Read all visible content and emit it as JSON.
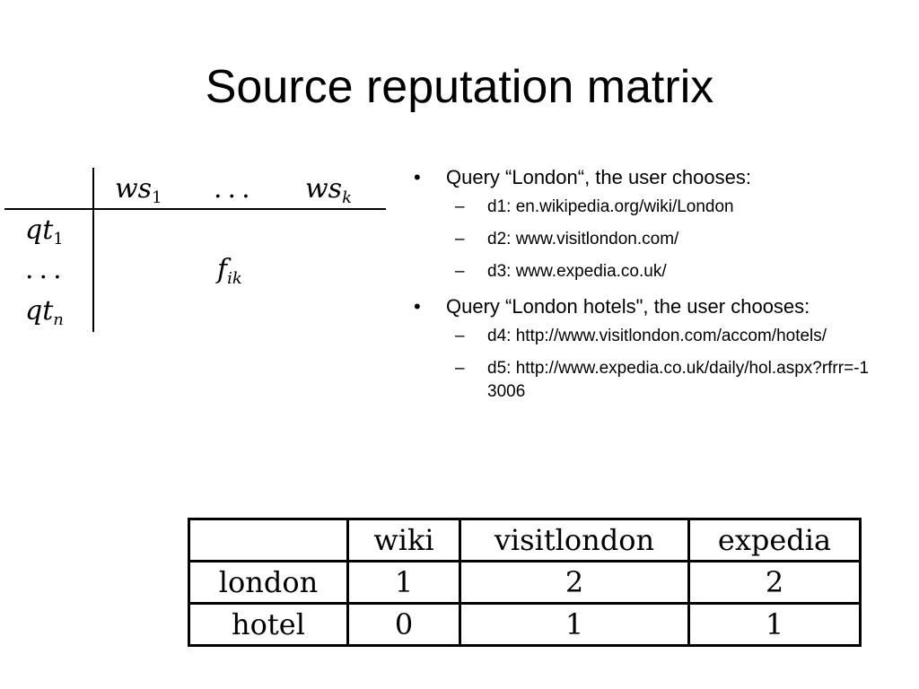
{
  "slide": {
    "title": "Source reputation matrix"
  },
  "matrix": {
    "col_headers": [
      {
        "base": "ws",
        "sub": "1"
      },
      {
        "text": "..."
      },
      {
        "base": "ws",
        "sub": "k"
      }
    ],
    "row_headers": [
      {
        "base": "qt",
        "sub": "1"
      },
      {
        "text": "..."
      },
      {
        "base": "qt",
        "sub": "n"
      }
    ],
    "cell": {
      "base": "f",
      "sub": "ik"
    }
  },
  "bullets": [
    {
      "text": "Query “London“, the user chooses:",
      "subitems": [
        "d1: en.wikipedia.org/wiki/London",
        "d2: www.visitlondon.com/",
        "d3: www.expedia.co.uk/"
      ]
    },
    {
      "text": "Query “London hotels\", the user chooses:",
      "subitems": [
        "d4: http://www.visitlondon.com/accom/hotels/",
        "d5: http://www.expedia.co.uk/daily/hol.aspx?rfrr=-13006"
      ]
    }
  ],
  "table": {
    "headers": [
      "",
      "wiki",
      "visitlondon",
      "expedia"
    ],
    "rows": [
      [
        "london",
        "1",
        "2",
        "2"
      ],
      [
        "hotel",
        "0",
        "1",
        "1"
      ]
    ]
  }
}
